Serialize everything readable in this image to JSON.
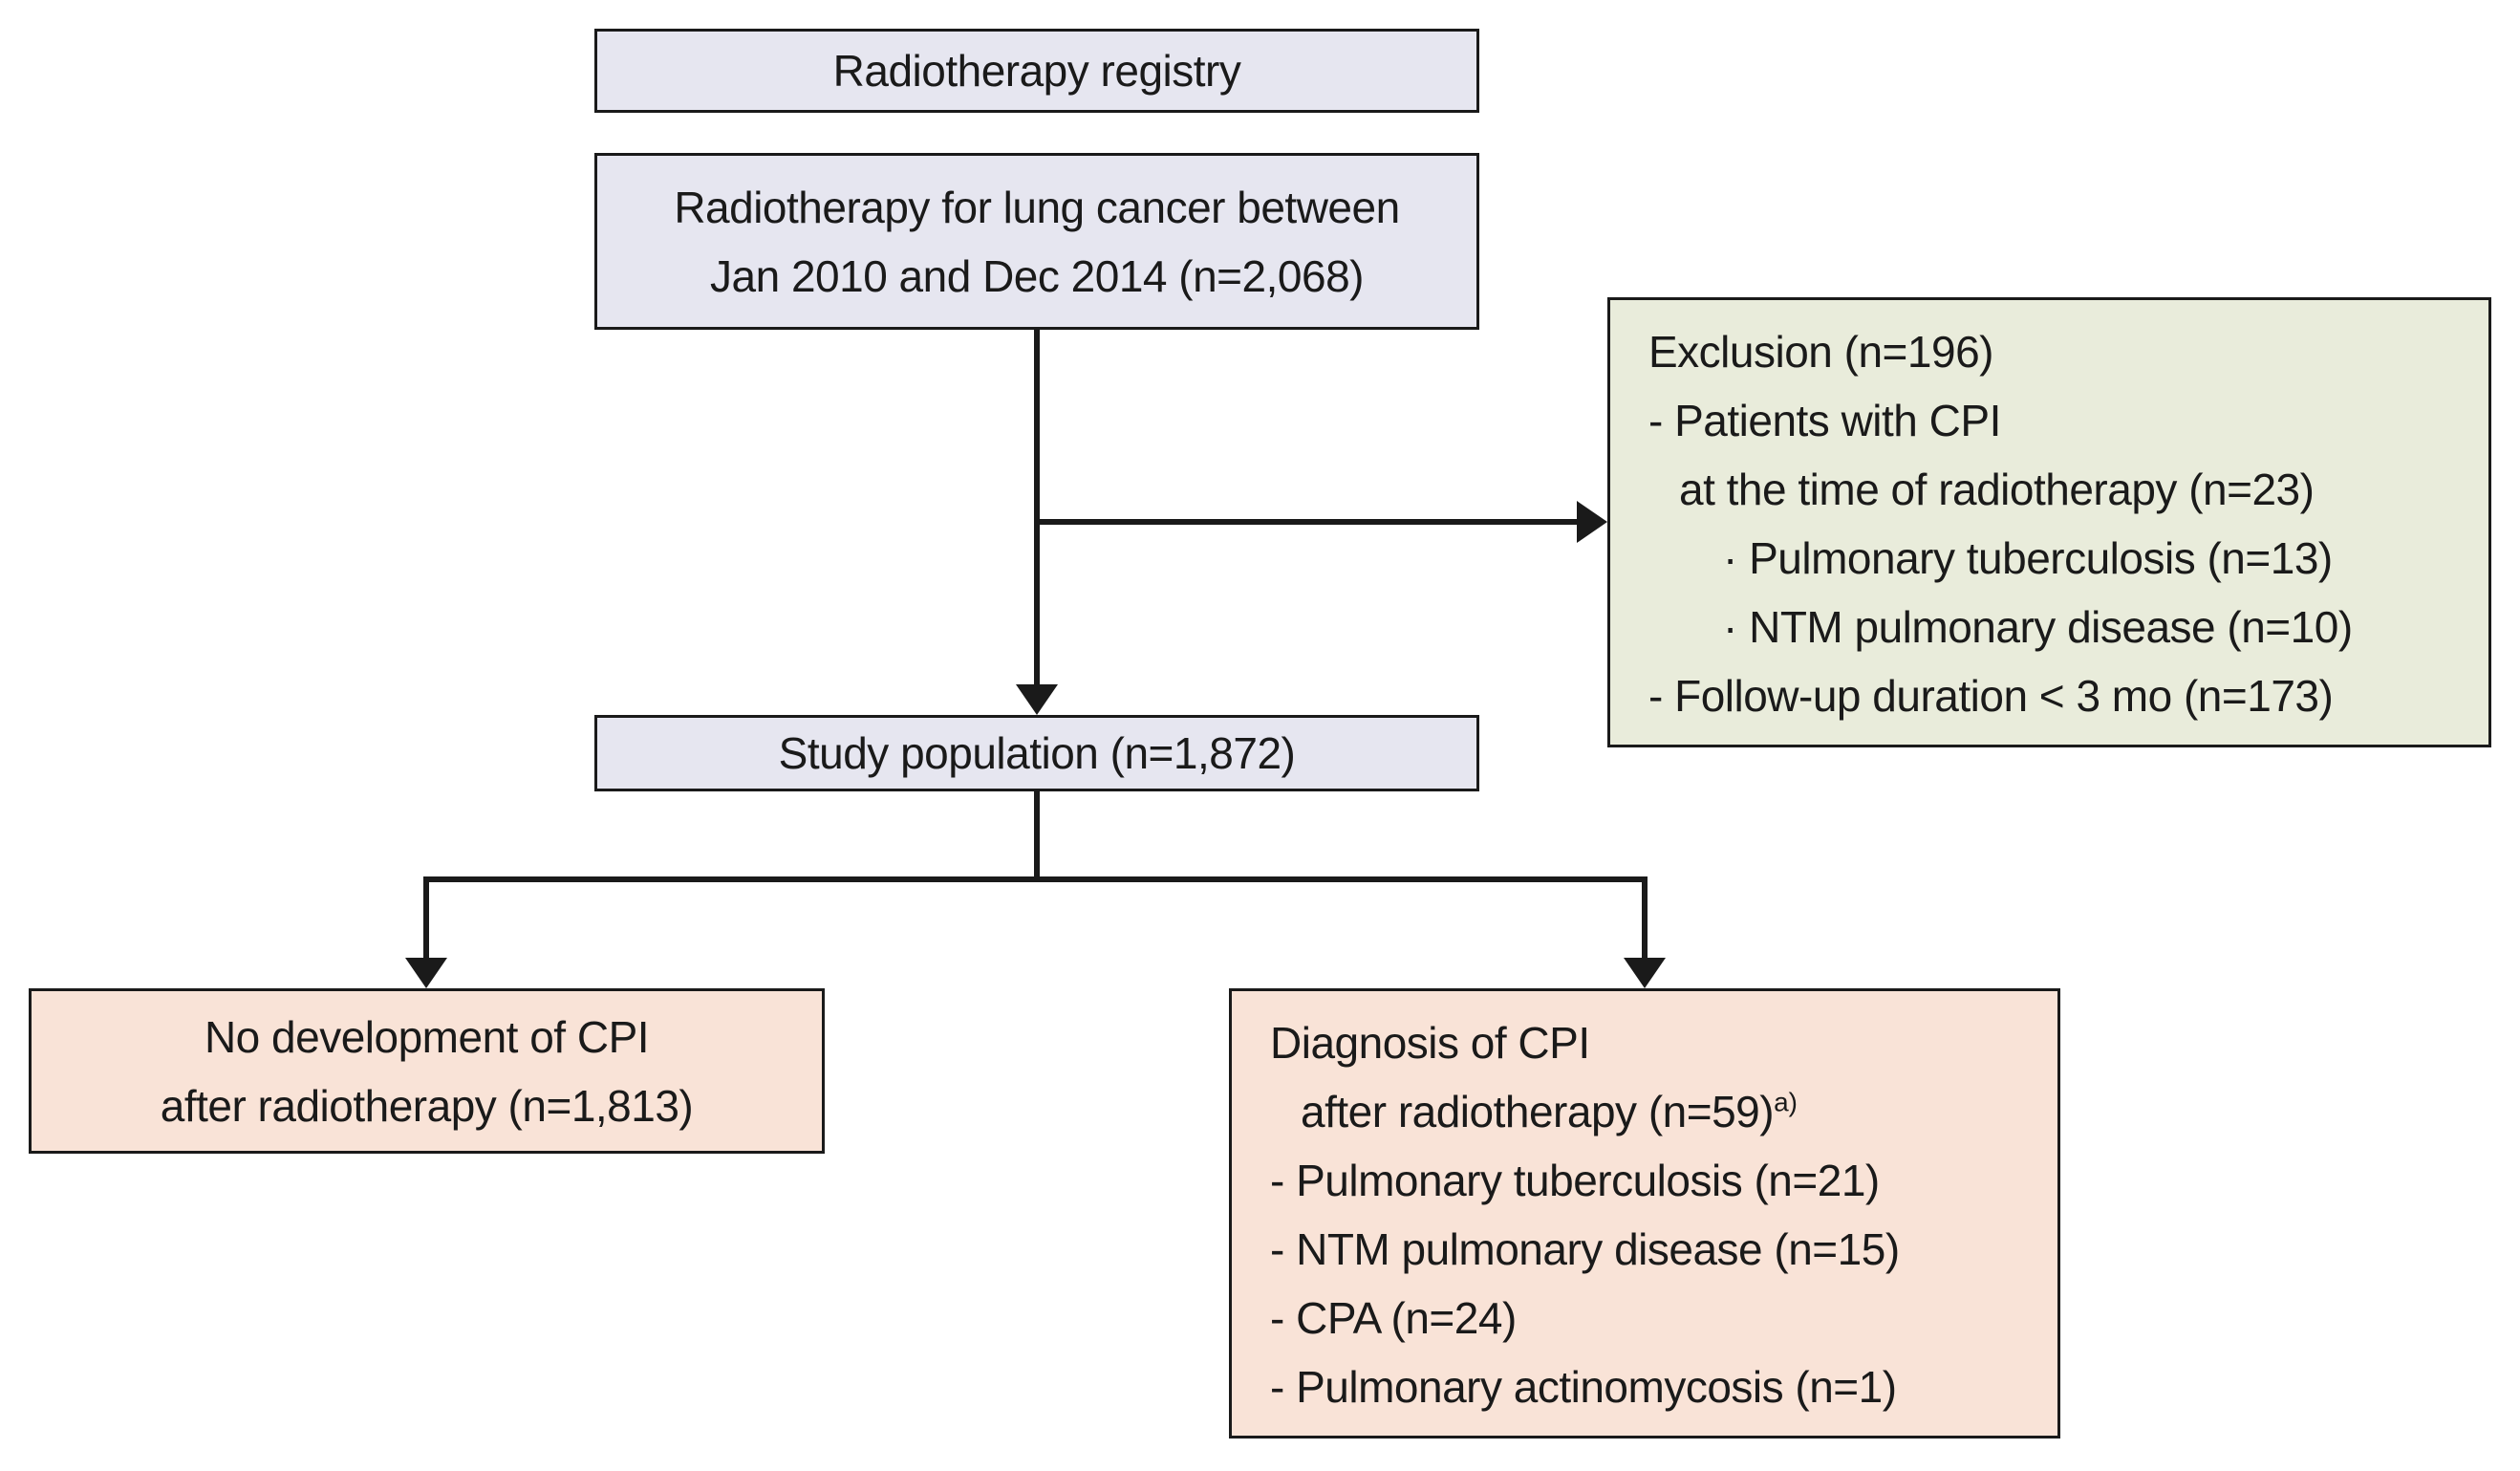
{
  "colors": {
    "box_lavender": "#e6e6f0",
    "box_green": "#e9ecdb",
    "box_peach": "#f9e3d7",
    "line_and_border": "#1a1a1a",
    "background": "#ffffff"
  },
  "boxes": {
    "registry": {
      "label": "Radiotherapy registry"
    },
    "cohort": {
      "line1": "Radiotherapy for lung cancer between",
      "line2": "Jan 2010 and Dec 2014 (n=2,068)"
    },
    "exclusion": {
      "lines": [
        "Exclusion (n=196)",
        "- Patients with CPI",
        "at the time of radiotherapy (n=23)",
        "· Pulmonary tuberculosis (n=13)",
        "· NTM pulmonary disease (n=10)",
        "- Follow-up duration < 3 mo (n=173)"
      ]
    },
    "study_population": {
      "label": "Study population (n=1,872)"
    },
    "no_cpi": {
      "line1": "No development of CPI",
      "line2": "after radiotherapy (n=1,813)"
    },
    "cpi": {
      "line1": "Diagnosis of CPI",
      "line2": "after radiotherapy (n=59)",
      "line2_superscript": "a)",
      "lines": [
        "- Pulmonary tuberculosis (n=21)",
        "- NTM pulmonary disease (n=15)",
        "- CPA (n=24)",
        "- Pulmonary actinomycosis (n=1)"
      ]
    }
  }
}
